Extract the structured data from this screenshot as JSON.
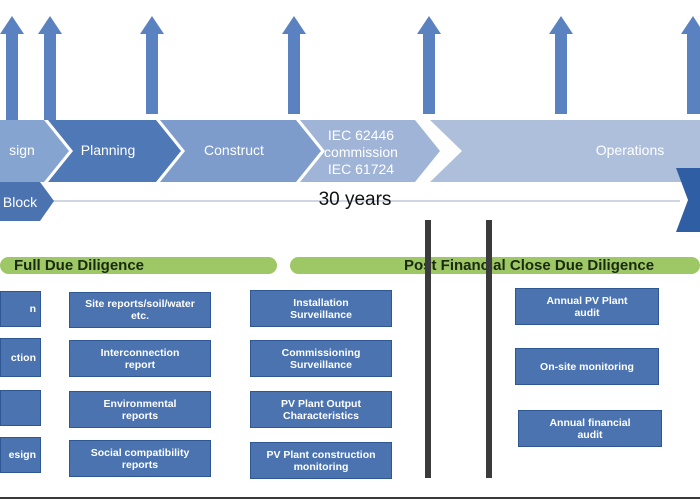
{
  "phases": {
    "design": "sign",
    "planning": "Planning",
    "construct": "Construct",
    "commission": [
      "IEC 62446",
      "commission",
      "IEC 61724"
    ],
    "operations": "Operations"
  },
  "timeline": {
    "block_label": "Block",
    "duration": "30 years"
  },
  "due_diligence": {
    "full_title": "Full Due Diligence",
    "post_title": "Post Financial Close Due Diligence"
  },
  "boxes": {
    "col0": [
      "n",
      "ction",
      "",
      "esign"
    ],
    "col1": [
      [
        "Site reports/soil/water",
        "etc."
      ],
      [
        "Interconnection",
        "report"
      ],
      [
        "Environmental",
        "reports"
      ],
      [
        "Social compatibility",
        "reports"
      ]
    ],
    "col2": [
      [
        "Installation",
        "Surveillance"
      ],
      [
        "Commissioning",
        "Surveillance"
      ],
      [
        "PV Plant Output",
        "Characteristics"
      ],
      [
        "PV Plant construction",
        "monitoring"
      ]
    ],
    "col3": [
      [
        "Annual PV Plant",
        "audit"
      ],
      [
        "On-site monitoring"
      ],
      [
        "Annual financial",
        "audit"
      ]
    ]
  },
  "colors": {
    "arrow_blue": "#5b82c0",
    "phase_dark": "#4f78b6",
    "phase_light": "#aebfdc",
    "box_blue": "#4a73b0",
    "dd_green": "#9ec766"
  }
}
